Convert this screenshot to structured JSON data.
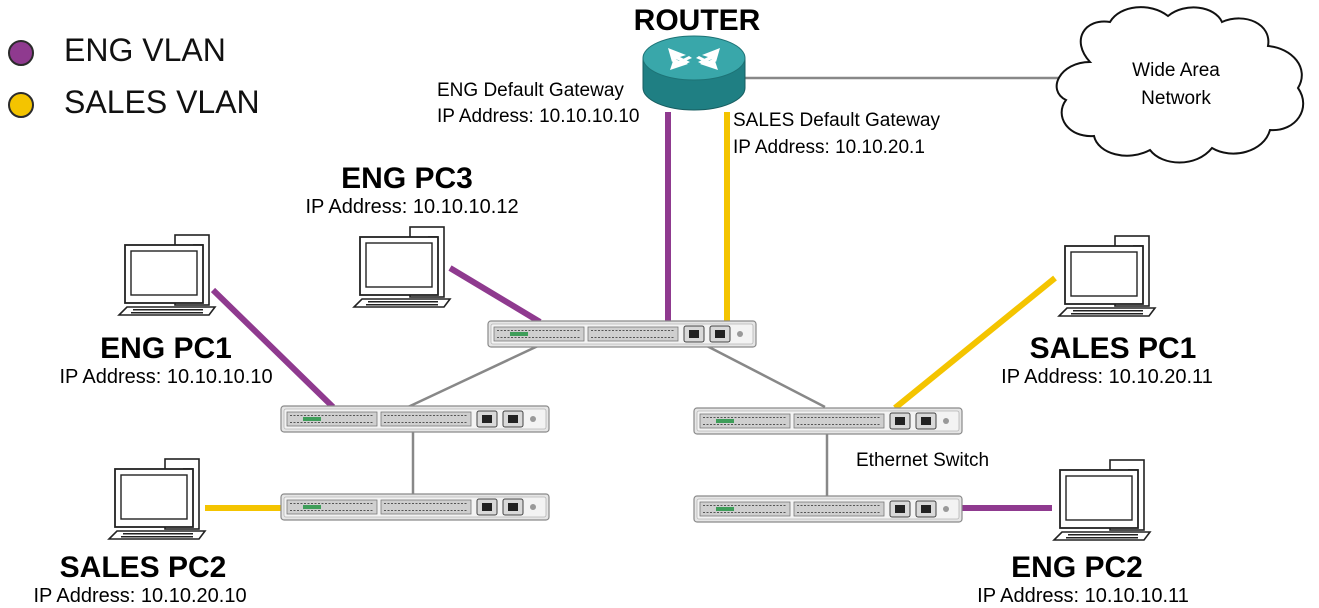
{
  "legend": {
    "items": [
      {
        "label": "ENG VLAN",
        "color": "#8f3a8f"
      },
      {
        "label": "SALES VLAN",
        "color": "#f4c400"
      }
    ]
  },
  "router": {
    "title": "ROUTER",
    "eng_gateway": {
      "title": "ENG Default Gateway",
      "ip": "IP Address: 10.10.10.10"
    },
    "sales_gateway": {
      "title": "SALES Default Gateway",
      "ip": "IP Address: 10.10.20.1"
    }
  },
  "wan": {
    "line1": "Wide Area",
    "line2": "Network"
  },
  "switch_label": "Ethernet Switch",
  "pcs": {
    "eng_pc3": {
      "name": "ENG PC3",
      "ip": "IP Address: 10.10.10.12"
    },
    "eng_pc1": {
      "name": "ENG PC1",
      "ip": "IP Address: 10.10.10.10"
    },
    "sales_pc2": {
      "name": "SALES PC2",
      "ip": "IP Address: 10.10.20.10"
    },
    "sales_pc1": {
      "name": "SALES PC1",
      "ip": "IP Address: 10.10.20.11"
    },
    "eng_pc2": {
      "name": "ENG PC2",
      "ip": "IP Address: 10.10.10.11"
    }
  },
  "colors": {
    "eng": "#8f3a8f",
    "sales": "#f4c400",
    "trunk": "#888888",
    "router": "#2f9ea0"
  }
}
